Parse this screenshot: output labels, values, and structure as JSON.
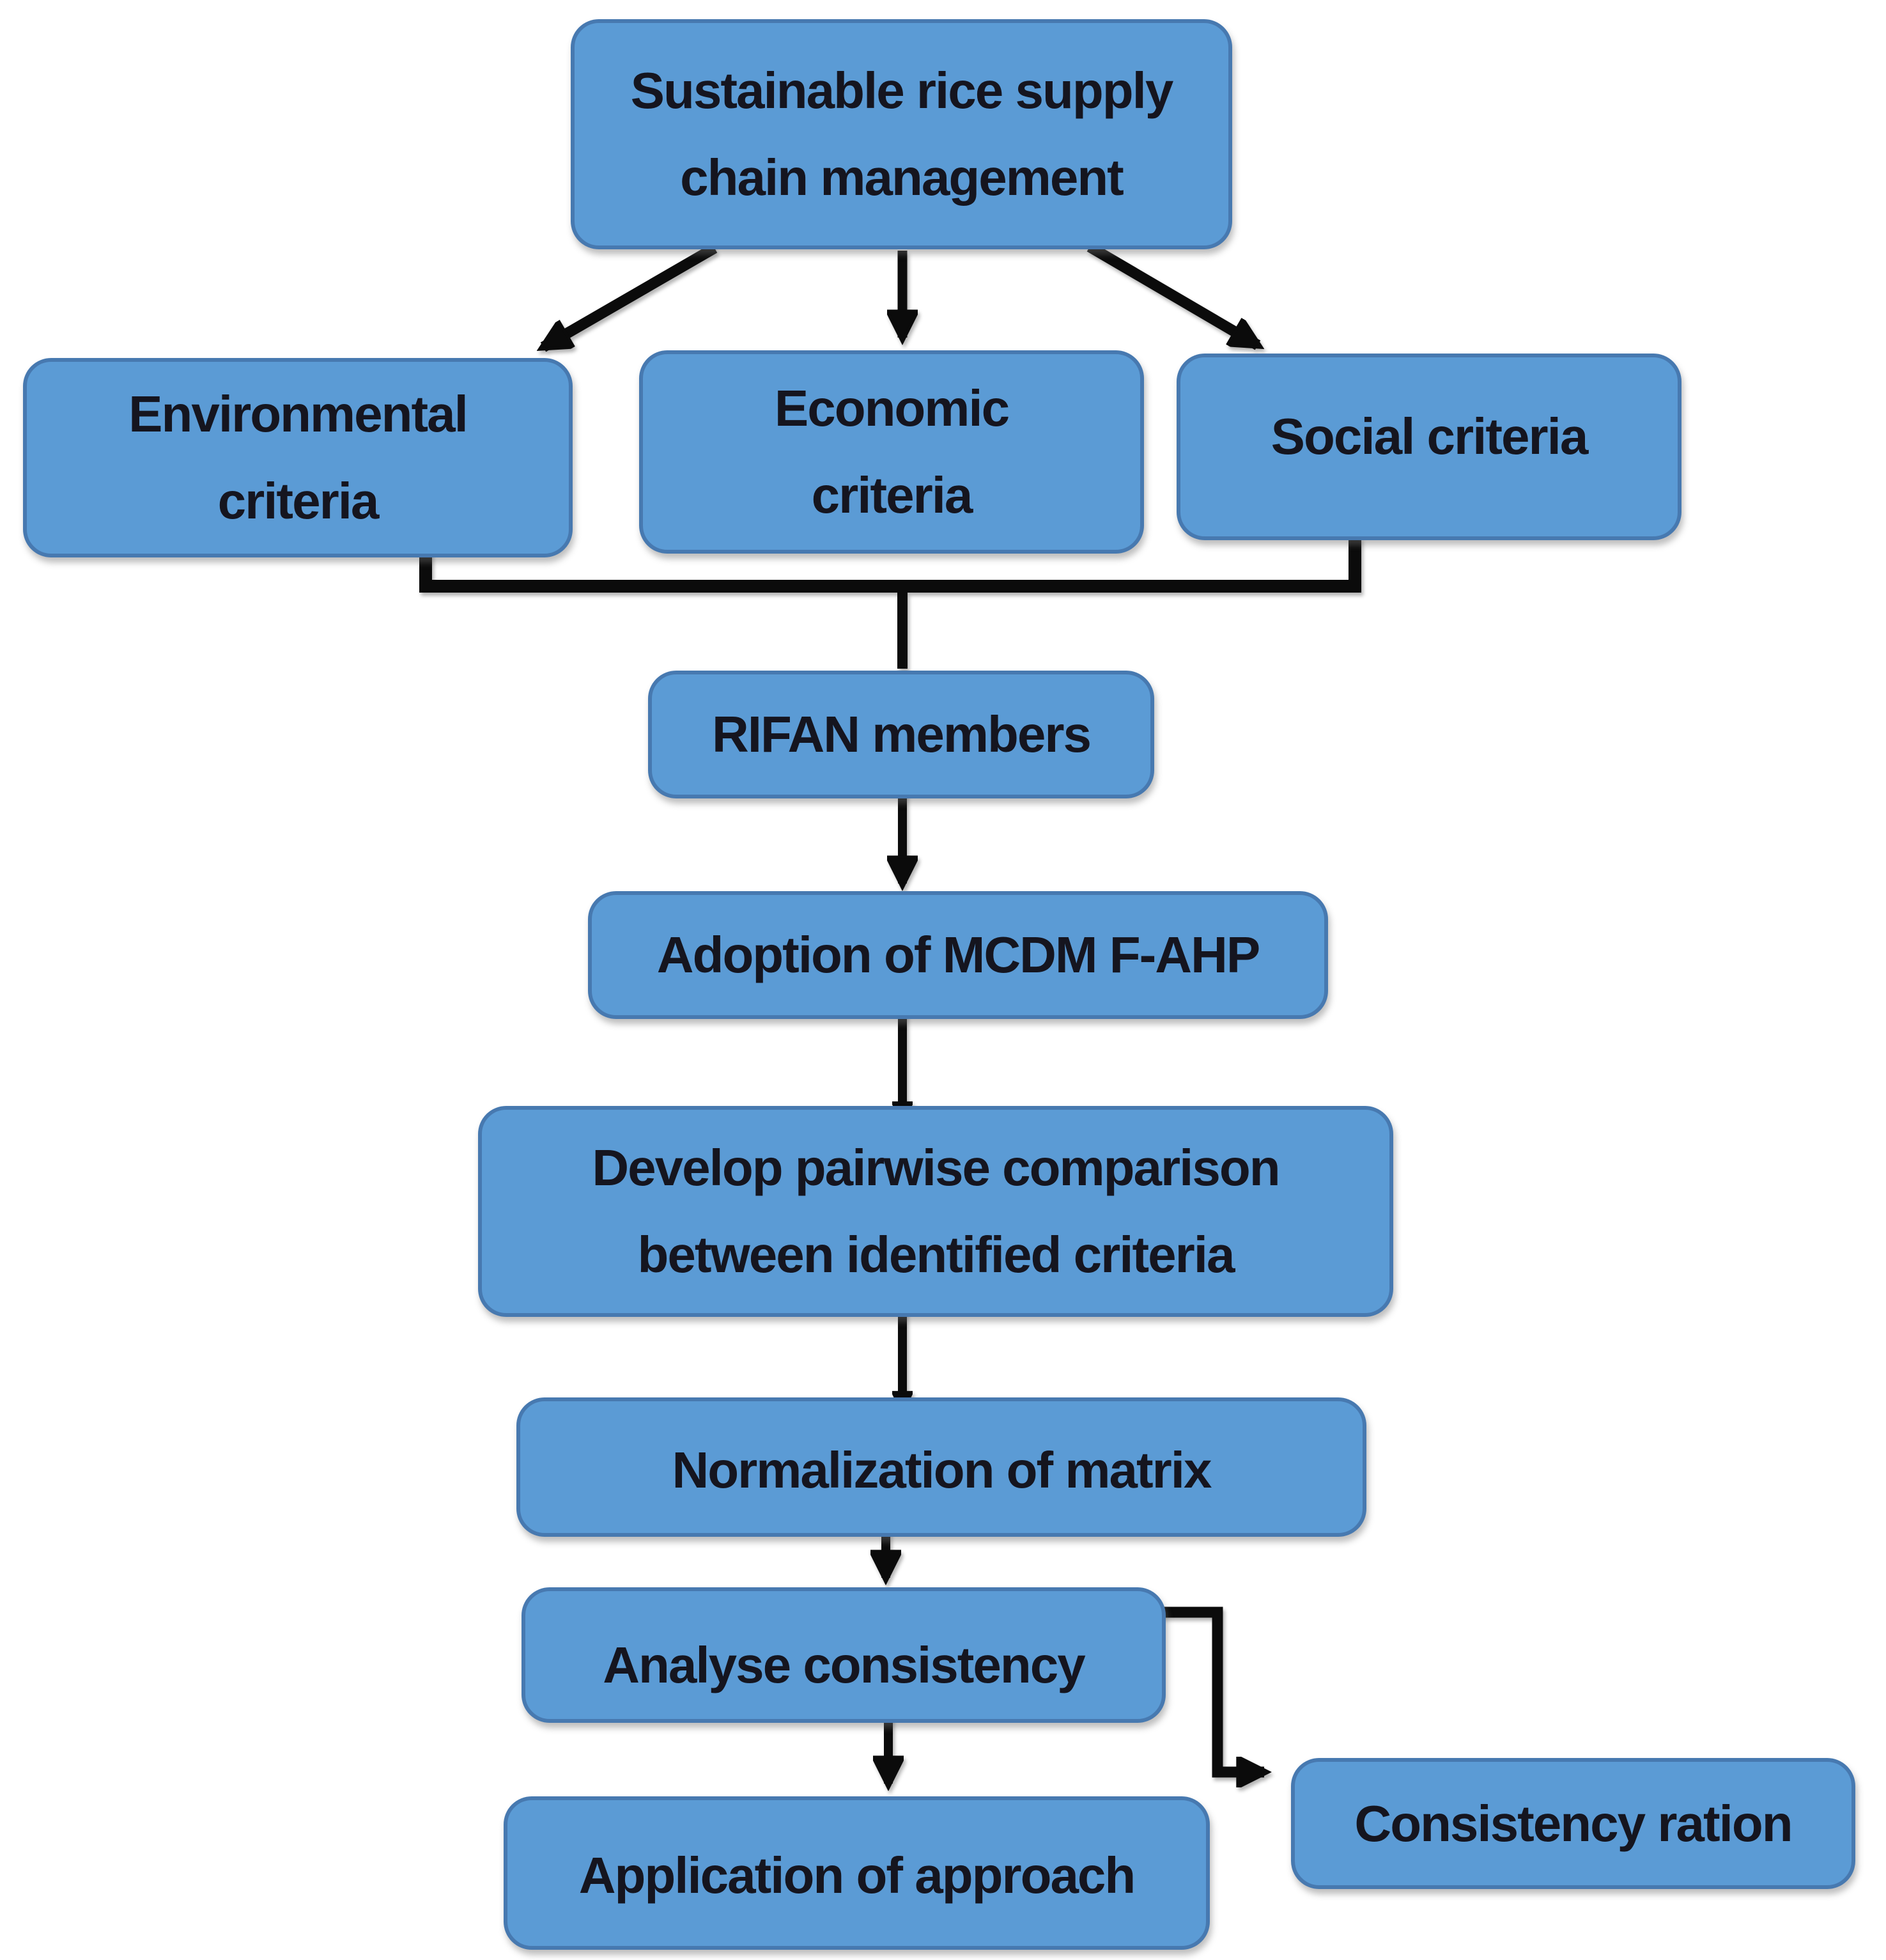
{
  "diagram": {
    "type": "flowchart",
    "nodes": {
      "root": {
        "lines": [
          "Sustainable rice supply",
          "chain management"
        ]
      },
      "environmental": {
        "lines": [
          "Environmental",
          "criteria"
        ]
      },
      "economic": {
        "lines": [
          "Economic",
          "criteria"
        ]
      },
      "social": {
        "lines": [
          "Social criteria"
        ]
      },
      "rifan": {
        "lines": [
          "RIFAN members"
        ]
      },
      "adoption": {
        "lines": [
          "Adoption of MCDM F-AHP"
        ]
      },
      "develop": {
        "lines": [
          "Develop pairwise comparison",
          "between identified criteria"
        ]
      },
      "normalization": {
        "lines": [
          "Normalization of matrix"
        ]
      },
      "analyse": {
        "lines": [
          "Analyse consistency"
        ]
      },
      "application": {
        "lines": [
          "Application of approach"
        ]
      },
      "consistency": {
        "lines": [
          "Consistency ration"
        ]
      }
    },
    "edges": [
      {
        "from": "root",
        "to": "environmental"
      },
      {
        "from": "root",
        "to": "economic"
      },
      {
        "from": "root",
        "to": "social"
      },
      {
        "from": "environmental",
        "to": "rifan"
      },
      {
        "from": "economic",
        "to": "rifan"
      },
      {
        "from": "social",
        "to": "rifan"
      },
      {
        "from": "rifan",
        "to": "adoption"
      },
      {
        "from": "adoption",
        "to": "develop"
      },
      {
        "from": "develop",
        "to": "normalization"
      },
      {
        "from": "normalization",
        "to": "analyse"
      },
      {
        "from": "analyse",
        "to": "application"
      },
      {
        "from": "analyse",
        "to": "consistency"
      }
    ],
    "colors": {
      "node_fill": "#5b9bd5",
      "node_border": "#4779b0",
      "text": "#15151f",
      "arrow": "#0b0b0b",
      "background": "#ffffff"
    }
  }
}
